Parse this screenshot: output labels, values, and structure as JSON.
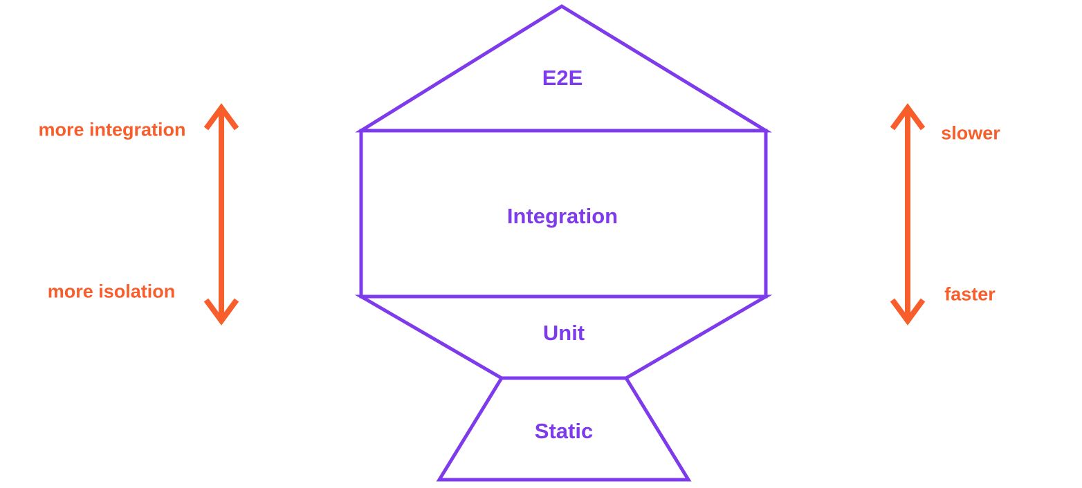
{
  "colors": {
    "purple": "#7d3bec",
    "orange": "#f75e2c",
    "background": "#ffffff"
  },
  "trophy": {
    "levels": [
      {
        "id": "e2e",
        "label": "E2E"
      },
      {
        "id": "integration",
        "label": "Integration"
      },
      {
        "id": "unit",
        "label": "Unit"
      },
      {
        "id": "static",
        "label": "Static"
      }
    ]
  },
  "left_axis": {
    "icon": "double-arrow-vertical-icon",
    "top_label": "more integration",
    "bottom_label": "more isolation"
  },
  "right_axis": {
    "icon": "double-arrow-vertical-icon",
    "top_label": "slower",
    "bottom_label": "faster"
  }
}
